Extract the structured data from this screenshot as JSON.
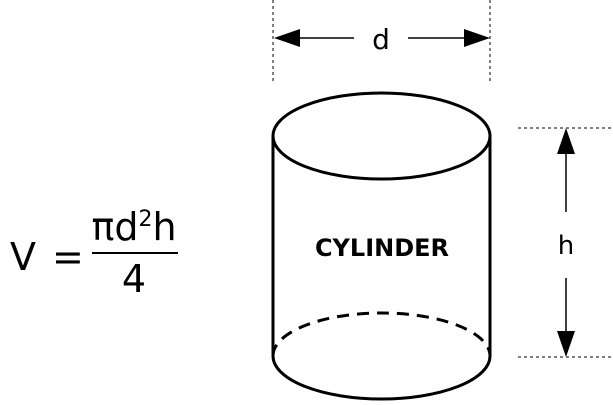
{
  "formula": {
    "lhs": "V",
    "equals": "=",
    "numerator_main": "πd",
    "numerator_exponent": "2",
    "numerator_tail": "h",
    "denominator": "4"
  },
  "labels": {
    "diameter": "d",
    "height": "h",
    "shape_name": "CYLINDER"
  },
  "colors": {
    "ink": "#000000",
    "background": "#ffffff"
  }
}
